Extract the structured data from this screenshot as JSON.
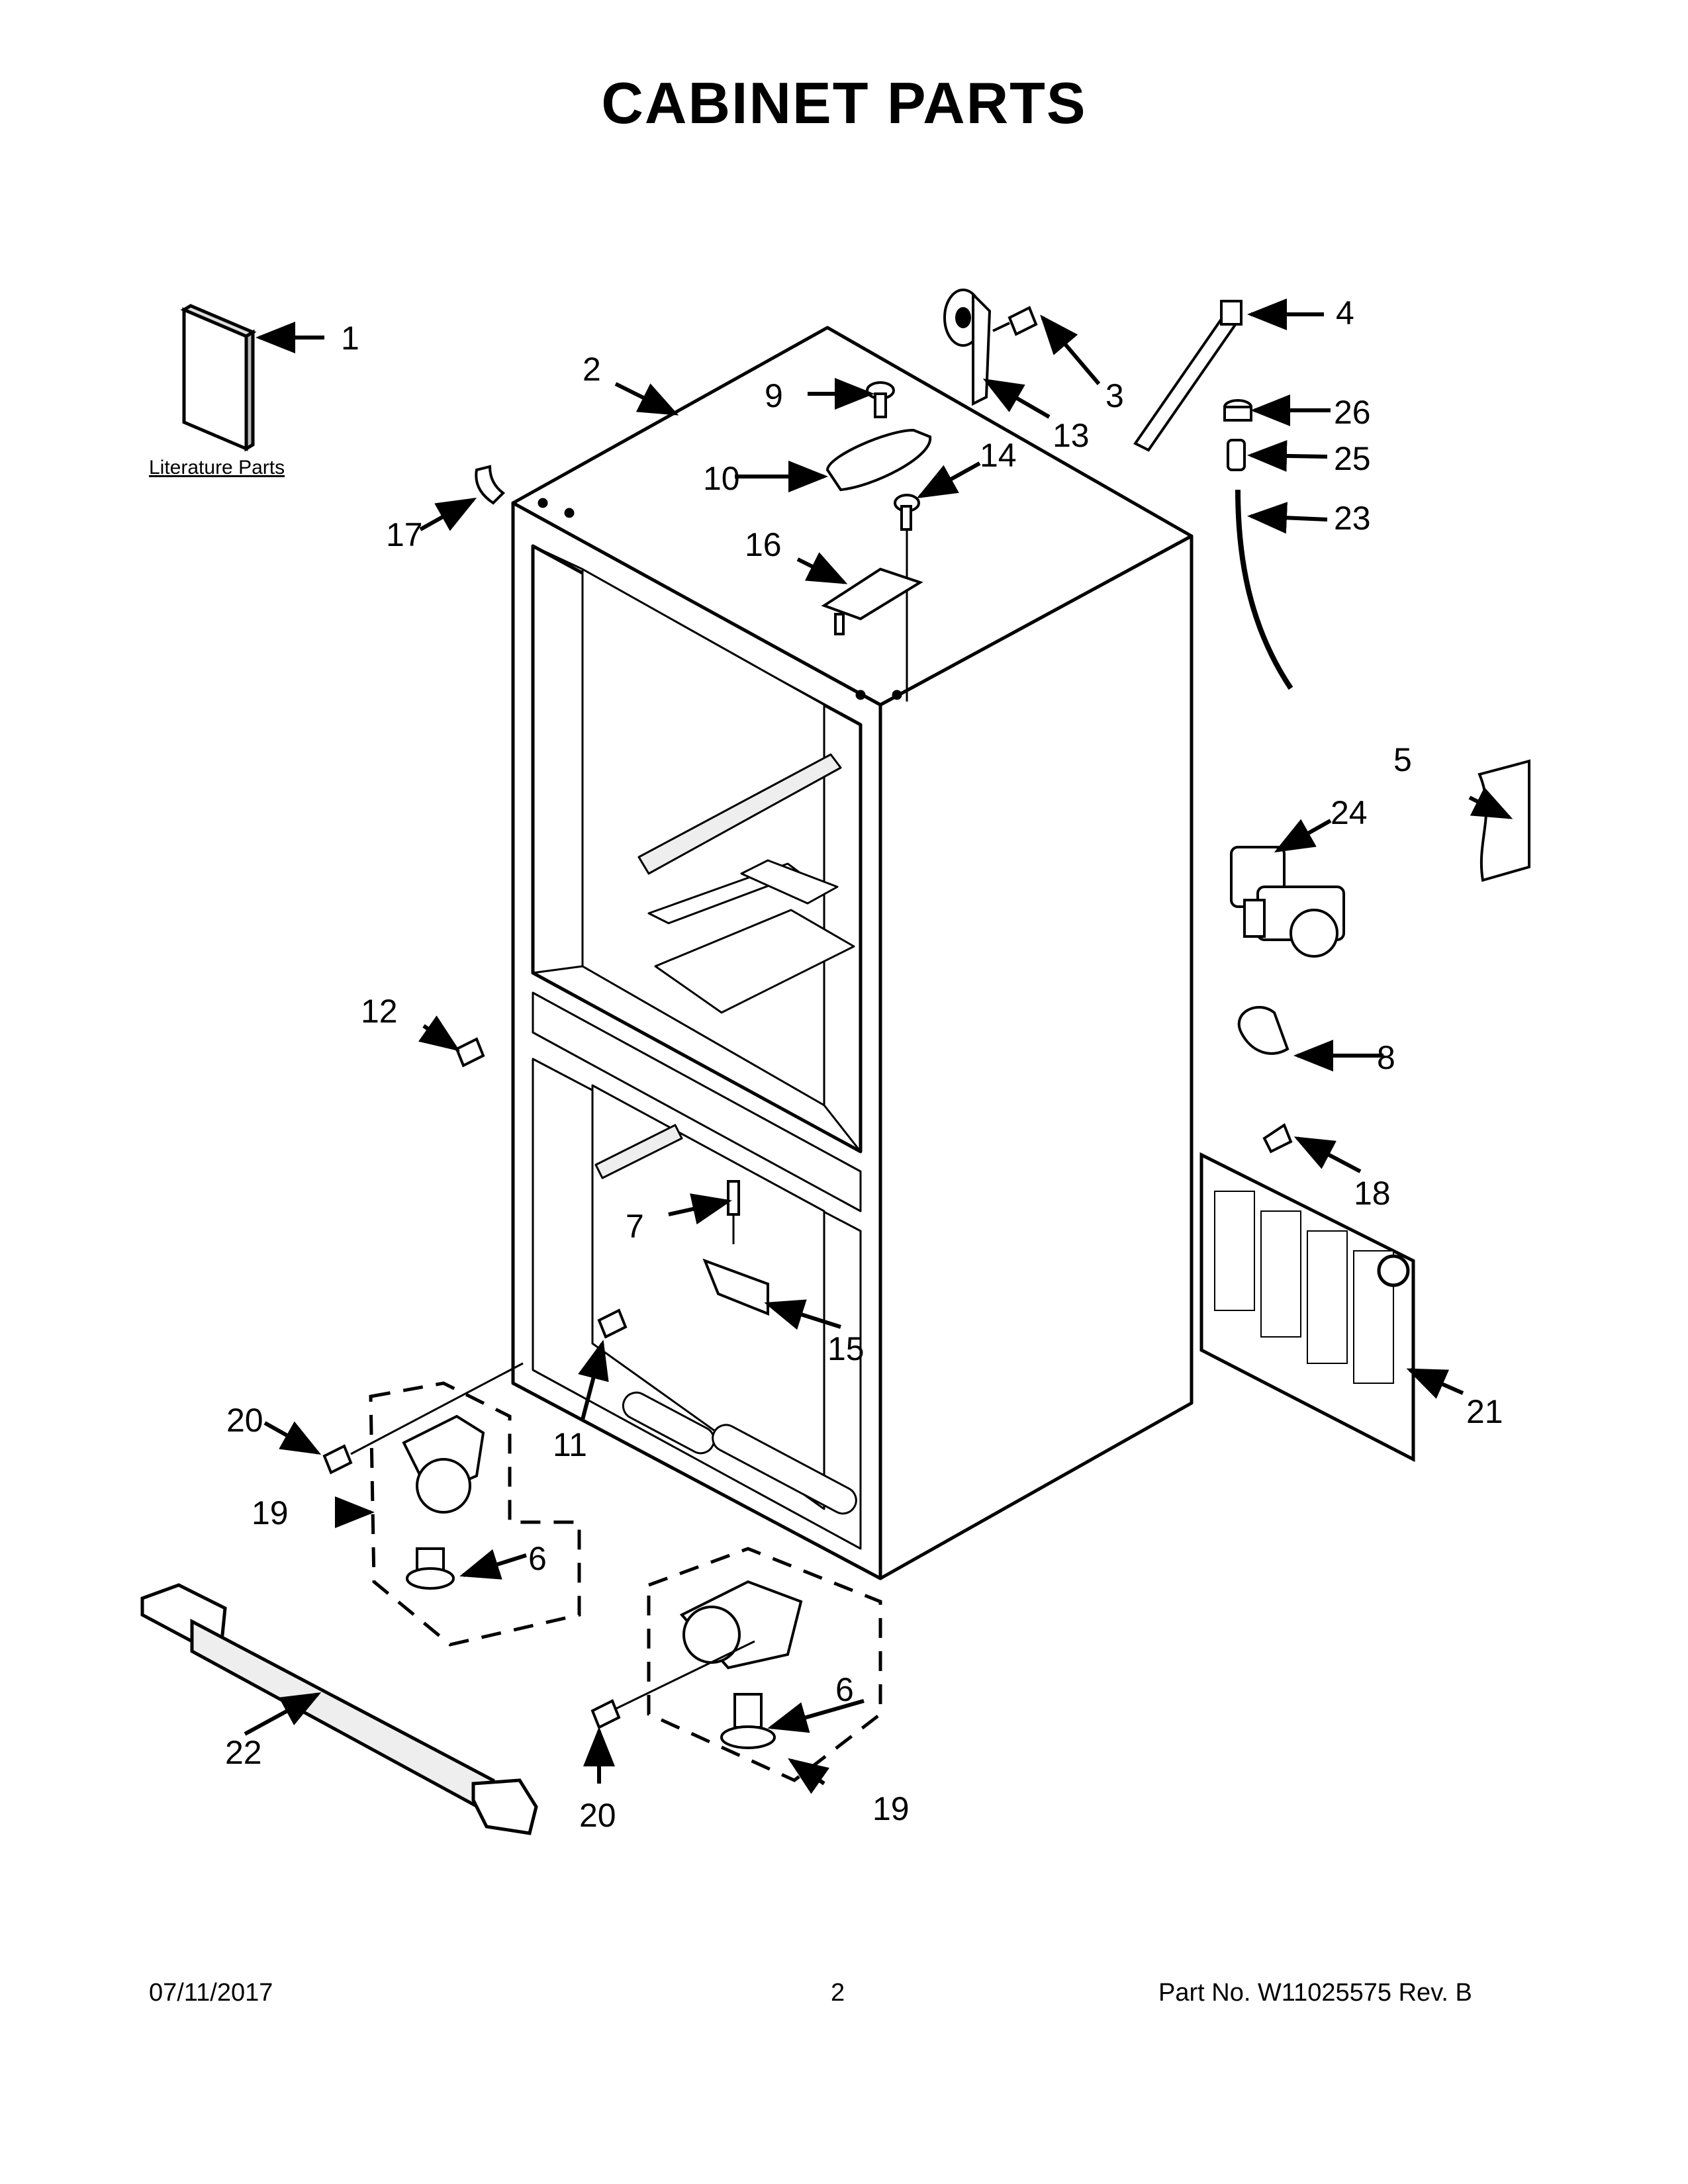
{
  "title": "CABINET PARTS",
  "literature_label": "Literature Parts",
  "callouts": {
    "c1": "1",
    "c2": "2",
    "c3": "3",
    "c4": "4",
    "c5": "5",
    "c6a": "6",
    "c6b": "6",
    "c7": "7",
    "c8": "8",
    "c9": "9",
    "c10": "10",
    "c11": "11",
    "c12": "12",
    "c13": "13",
    "c14": "14",
    "c15": "15",
    "c16": "16",
    "c17": "17",
    "c18": "18",
    "c19a": "19",
    "c19b": "19",
    "c20a": "20",
    "c20b": "20",
    "c21": "21",
    "c22": "22",
    "c23": "23",
    "c24": "24",
    "c25": "25",
    "c26": "26"
  },
  "footer": {
    "date": "07/11/2017",
    "page": "2",
    "part_no": "Part No.  W11025575  Rev.  B"
  }
}
